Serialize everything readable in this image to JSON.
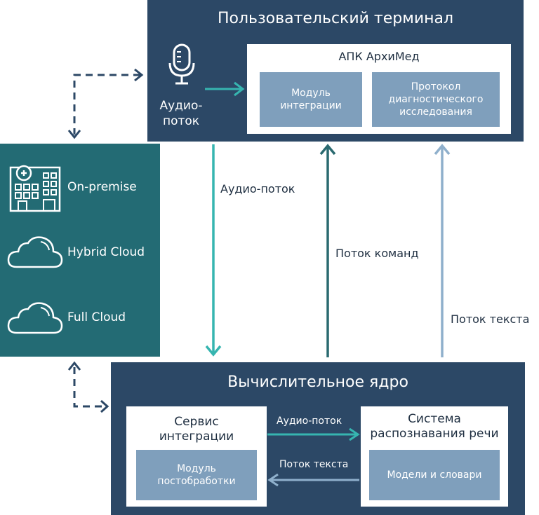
{
  "terminal": {
    "title": "Пользовательский терминал",
    "audio_label": "Аудио-\nпоток",
    "apk": {
      "title": "АПК АрхиМед",
      "module1": "Модуль интеграции",
      "module2": "Протокол диагностического исследования"
    }
  },
  "deployment": {
    "items": [
      {
        "label": "On-premise",
        "icon": "hospital-icon"
      },
      {
        "label": "Hybrid Cloud",
        "icon": "cloud-icon"
      },
      {
        "label": "Full Cloud",
        "icon": "cloud-icon"
      }
    ]
  },
  "flows": {
    "audio": "Аудио-поток",
    "commands": "Поток команд",
    "text": "Поток текста"
  },
  "core": {
    "title": "Вычислительное ядро",
    "service": {
      "title": "Сервис интеграции",
      "module": "Модуль постобработки"
    },
    "asr": {
      "title": "Система распознавания речи",
      "module": "Модели и словари"
    },
    "inner_audio": "Аудио-поток",
    "inner_text": "Поток текста"
  },
  "colors": {
    "navy": "#2c4866",
    "teal": "#236b74",
    "arrow_teal": "#36b5b0",
    "arrow_dark": "#2a6a70",
    "arrow_light": "#8fb0cc",
    "module": "#7f9fbc"
  }
}
